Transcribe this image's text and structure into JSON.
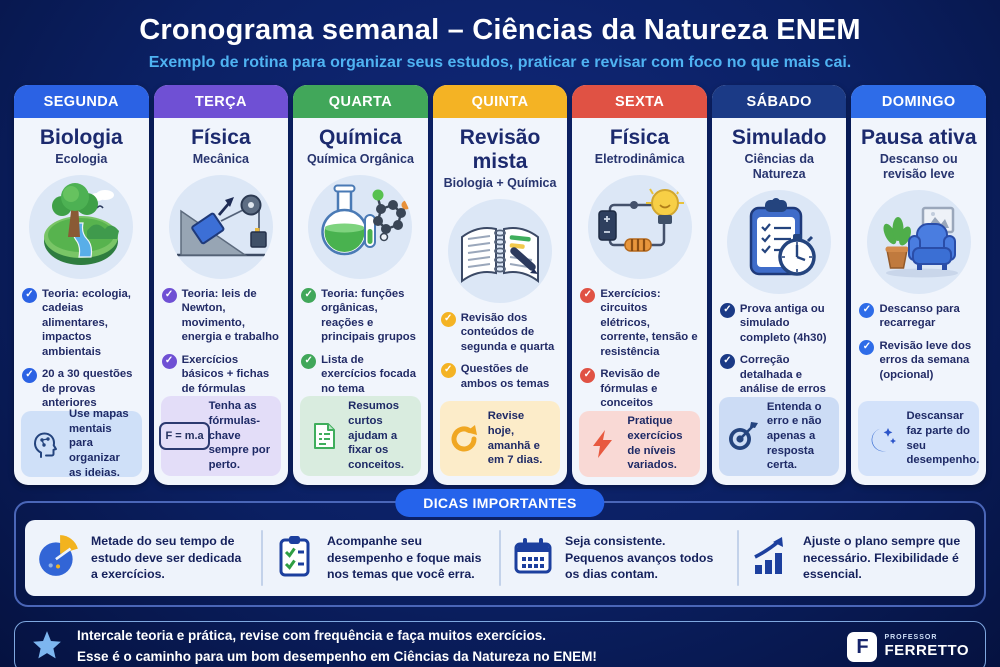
{
  "header": {
    "title": "Cronograma semanal – Ciências da Natureza ENEM",
    "subtitle": "Exemplo de rotina para organizar seus estudos, praticar e revisar com foco no que mais cai."
  },
  "days": [
    {
      "day": "SEGUNDA",
      "accent": "#2b62e4",
      "title": "Biologia",
      "subtitle": "Ecologia",
      "illustration": "ecology-globe",
      "bullets": [
        "Teoria: ecologia, cadeias alimentares, impactos ambientais",
        "20 a 30 questões de provas anteriores"
      ],
      "tip": {
        "icon": "mind-map-icon",
        "text": "Use mapas mentais para organizar as ideias.",
        "bg": "#cfe0f8"
      }
    },
    {
      "day": "TERÇA",
      "accent": "#6f50d4",
      "title": "Física",
      "subtitle": "Mecânica",
      "illustration": "inclined-plane-pulley",
      "bullets": [
        "Teoria: leis de Newton, movimento, energia e trabalho",
        "Exercícios básicos + fichas de fórmulas"
      ],
      "tip": {
        "icon": "formula-chip",
        "formula": "F = m.a",
        "text": "Tenha as fórmulas-chave sempre por perto.",
        "bg": "#e3ddf8"
      }
    },
    {
      "day": "QUARTA",
      "accent": "#41a75a",
      "title": "Química",
      "subtitle": "Química Orgânica",
      "illustration": "flask-molecule",
      "bullets": [
        "Teoria: funções orgânicas, reações e principais grupos",
        "Lista de exercícios focada no tema"
      ],
      "tip": {
        "icon": "summary-doc-icon",
        "text": "Resumos curtos ajudam a fixar os conceitos.",
        "bg": "#d9ecdf"
      }
    },
    {
      "day": "QUINTA",
      "accent": "#f4b324",
      "title": "Revisão mista",
      "subtitle": "Biologia + Química",
      "illustration": "notebook-pen",
      "bullets": [
        "Revisão dos conteúdos de segunda e quarta",
        "Questões de ambos os temas"
      ],
      "tip": {
        "icon": "refresh-icon",
        "text": "Revise hoje, amanhã e em 7 dias.",
        "bg": "#fcecc9"
      }
    },
    {
      "day": "SEXTA",
      "accent": "#e05244",
      "title": "Física",
      "subtitle": "Eletrodinâmica",
      "illustration": "electric-circuit",
      "bullets": [
        "Exercícios: circuitos elétricos, corrente, tensão e resistência",
        "Revisão de fórmulas e conceitos"
      ],
      "tip": {
        "icon": "lightning-icon",
        "text": "Pratique exercícios de níveis variados.",
        "bg": "#f9d9d5"
      }
    },
    {
      "day": "SÁBADO",
      "accent": "#1b3a86",
      "title": "Simulado",
      "subtitle": "Ciências da Natureza",
      "illustration": "clipboard-stopwatch",
      "bullets": [
        "Prova antiga ou simulado completo (4h30)",
        "Correção detalhada e análise de erros"
      ],
      "tip": {
        "icon": "target-icon",
        "text": "Entenda o erro e não apenas a resposta certa.",
        "bg": "#ccdcf5"
      }
    },
    {
      "day": "DOMINGO",
      "accent": "#2e6ce8",
      "title": "Pausa ativa",
      "subtitle": "Descanso ou revisão leve",
      "illustration": "rest-armchair",
      "bullets": [
        "Descanso para recarregar",
        "Revisão leve dos erros da semana (opcional)"
      ],
      "tip": {
        "icon": "moon-stars-icon",
        "text": "Descansar faz parte do seu desempenho.",
        "bg": "#d3e2fa"
      }
    }
  ],
  "tips_section": {
    "title": "DICAS IMPORTANTES",
    "items": [
      {
        "icon": "pie-chart-icon",
        "text": "Metade do seu tempo de estudo deve ser dedicada a exercícios."
      },
      {
        "icon": "performance-checklist-icon",
        "text": "Acompanhe seu desempenho e foque mais nos temas que você erra."
      },
      {
        "icon": "calendar-icon",
        "text": "Seja consistente. Pequenos avanços todos os dias contam."
      },
      {
        "icon": "growth-chart-icon",
        "text": "Ajuste o plano sempre que necessário. Flexibilidade é essencial."
      }
    ]
  },
  "footer": {
    "line1": "Intercale teoria e prática, revise com frequência e faça muitos exercícios.",
    "line2": "Esse é o caminho para um bom desempenho em Ciências da Natureza no ENEM!",
    "brand": {
      "logo_letter": "F",
      "top": "PROFESSOR",
      "bottom": "FERRETTO"
    }
  },
  "colors": {
    "background": "#0b2063",
    "card": "#f1f5fc",
    "accent_blue": "#2563eb",
    "navy_text": "#1c2a6e",
    "subtitle_blue": "#4fb3f2"
  }
}
